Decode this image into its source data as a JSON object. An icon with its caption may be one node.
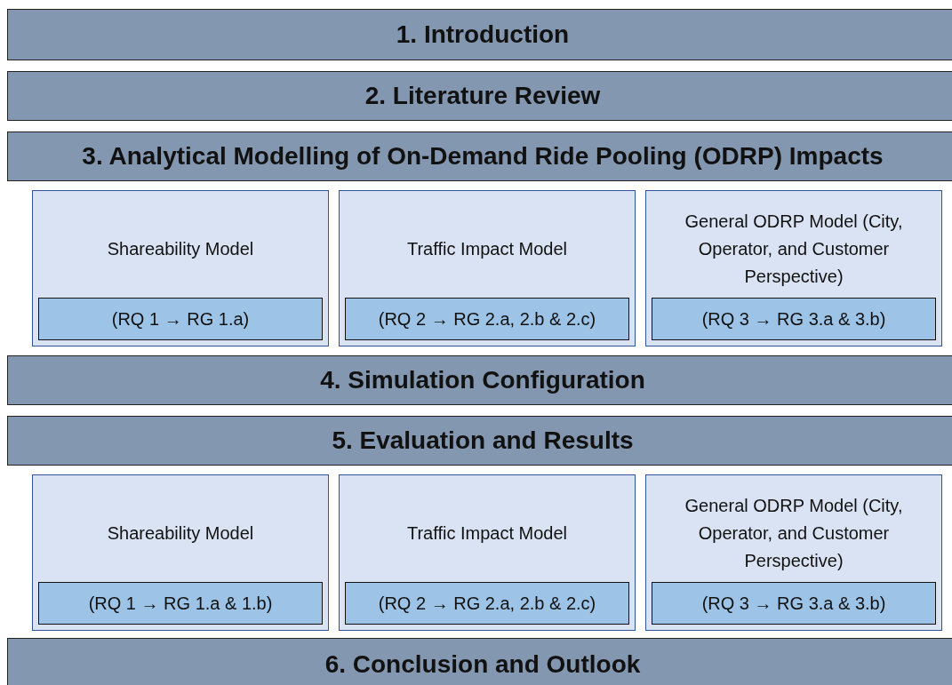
{
  "diagram": {
    "nodes": [
      {
        "text": [
          "1. Introduction"
        ]
      },
      {
        "text": [
          "2. Literature Review"
        ]
      },
      {
        "text": [
          "3. Analytical Modelling of On-Demand Ride Pooling (ODRP) Impacts"
        ]
      },
      {
        "text": [
          "Shareability Model"
        ]
      },
      {
        "text": [
          "(RQ 1 → RG 1.a)"
        ],
        "in": 3
      },
      {
        "text": [
          "Traffic Impact Model"
        ]
      },
      {
        "text": [
          "(RQ 2 → RG 2.a, 2.b & 2.c)"
        ],
        "in": 5
      },
      {
        "text": [
          "General ODRP Model (City, Operator, and Customer Perspective)"
        ]
      },
      {
        "text": [
          "(RQ 3 → RG 3.a & 3.b)"
        ],
        "in": 7
      },
      {
        "text": [
          "4. Simulation Configuration"
        ]
      },
      {
        "text": [
          "5. Evaluation and Results"
        ]
      },
      {
        "text": [
          "Shareability Model"
        ]
      },
      {
        "text": [
          "(RQ 1 → RG 1.a & 1.b)"
        ],
        "in": 11
      },
      {
        "text": [
          "Traffic Impact Model"
        ]
      },
      {
        "text": [
          "(RQ 2 → RG 2.a, 2.b & 2.c)"
        ],
        "in": 13
      },
      {
        "text": [
          "General ODRP Model (City, Operator, and Customer Perspective)"
        ]
      },
      {
        "text": [
          "(RQ 3 → RG 3.a & 3.b)"
        ],
        "in": 15
      },
      {
        "text": [
          "6. Conclusion and Outlook"
        ]
      }
    ]
  }
}
